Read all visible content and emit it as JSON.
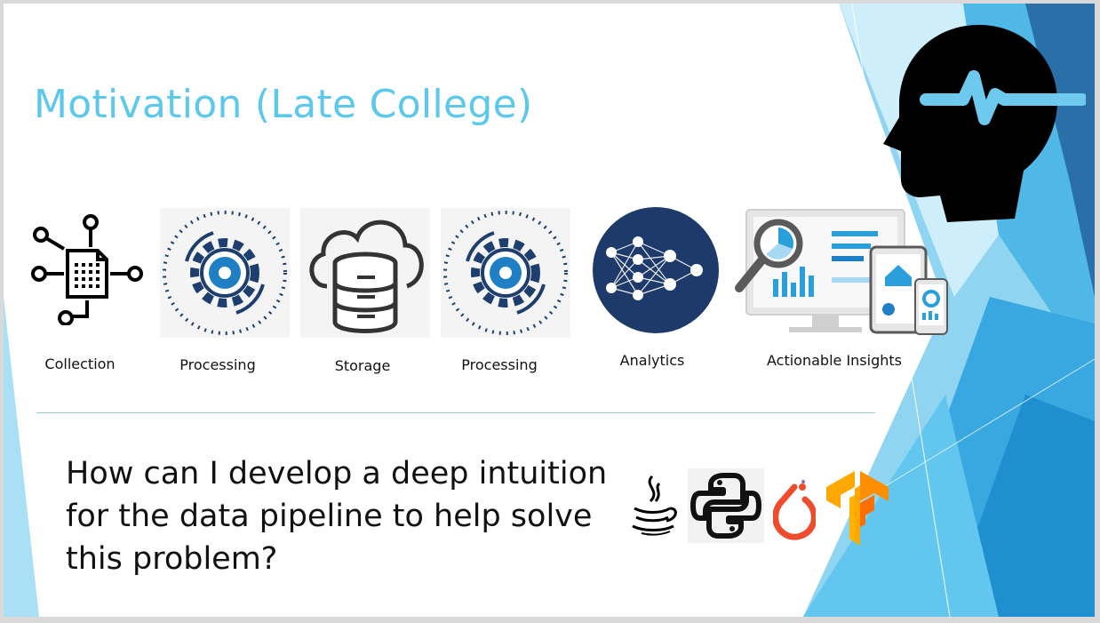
{
  "slide": {
    "title": "Motivation (Late College)",
    "question": "How can I develop a deep intuition for the data pipeline to help solve this problem?"
  },
  "pipeline": [
    {
      "label": "Collection",
      "icon": "data-collection-icon"
    },
    {
      "label": "Processing",
      "icon": "gear-cycle-icon"
    },
    {
      "label": "Storage",
      "icon": "cloud-database-icon"
    },
    {
      "label": "Processing",
      "icon": "gear-cycle-icon"
    },
    {
      "label": "Analytics",
      "icon": "neural-network-icon"
    },
    {
      "label": "Actionable Insights",
      "icon": "dashboard-devices-icon"
    }
  ],
  "logos": [
    "java-logo",
    "python-logo",
    "pytorch-logo",
    "tensorflow-logo"
  ],
  "decoration": {
    "icon": "head-pulse-icon"
  },
  "colors": {
    "title": "#5bc8ec",
    "accent_blue": "#1f7fc4",
    "navy": "#1e3f6e",
    "deco_light": "#a9e0f5",
    "deco_mid": "#55c1ea",
    "deco_dark": "#2a6fa8"
  }
}
